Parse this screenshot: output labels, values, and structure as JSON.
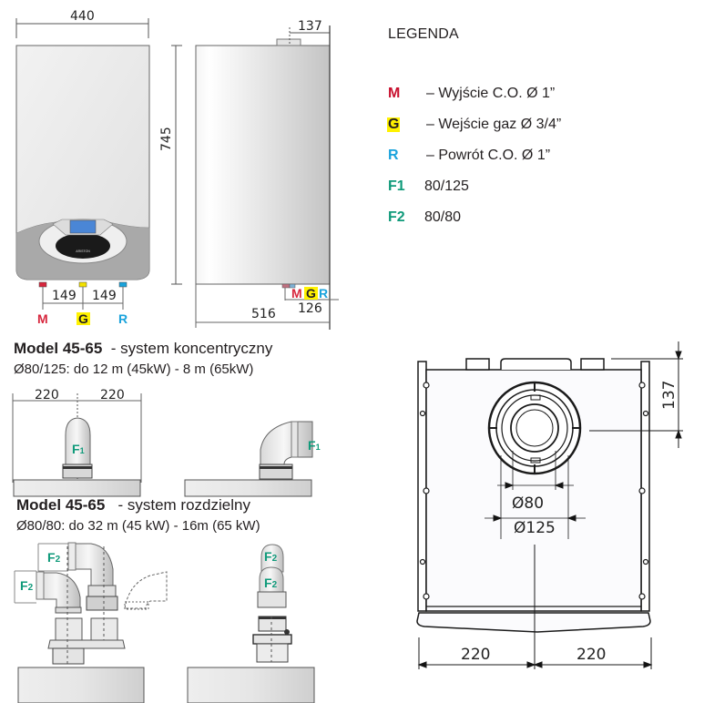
{
  "legend": {
    "title": "LEGENDA",
    "items": [
      {
        "key": "M",
        "text": "– Wyjście C.O. Ø 1”",
        "color": "#d7263d"
      },
      {
        "key": "G",
        "text": "– Wejście gaz Ø 3/4”",
        "color": "#231f20",
        "highlight": "#fff200"
      },
      {
        "key": "R",
        "text": "– Powrót C.O. Ø 1”",
        "color": "#1aa3dc"
      },
      {
        "key": "F1",
        "text": "80/125",
        "color": "#0f9a7a"
      },
      {
        "key": "F2",
        "text": "80/80",
        "color": "#0f9a7a"
      }
    ]
  },
  "front_view": {
    "width_label": "440",
    "height_label": "745",
    "spacing_left": "149",
    "spacing_right": "149",
    "connections": [
      "M",
      "G",
      "R"
    ]
  },
  "side_view": {
    "top_offset_label": "137",
    "depth_label": "516",
    "bottom_offset_label": "126",
    "connections": [
      "M",
      "G",
      "R"
    ]
  },
  "concentric": {
    "title_bold": "Model 45-65",
    "title_rest": "- system koncentryczny",
    "subtitle": "Ø80/125: do 12 m (45kW) - 8 m (65kW)",
    "dim_left": "220",
    "dim_right": "220",
    "flue_label": "F",
    "flue_sub": "1"
  },
  "split": {
    "title_bold": "Model 45-65",
    "title_rest": "- system rozdzielny",
    "subtitle": "Ø80/80: do 32 m (45 kW) - 16m (65 kW)",
    "flue_label": "F",
    "flue_sub": "2"
  },
  "top_view": {
    "offset_label": "137",
    "inner_diameter": "Ø80",
    "outer_diameter": "Ø125",
    "dim_left": "220",
    "dim_right": "220"
  }
}
